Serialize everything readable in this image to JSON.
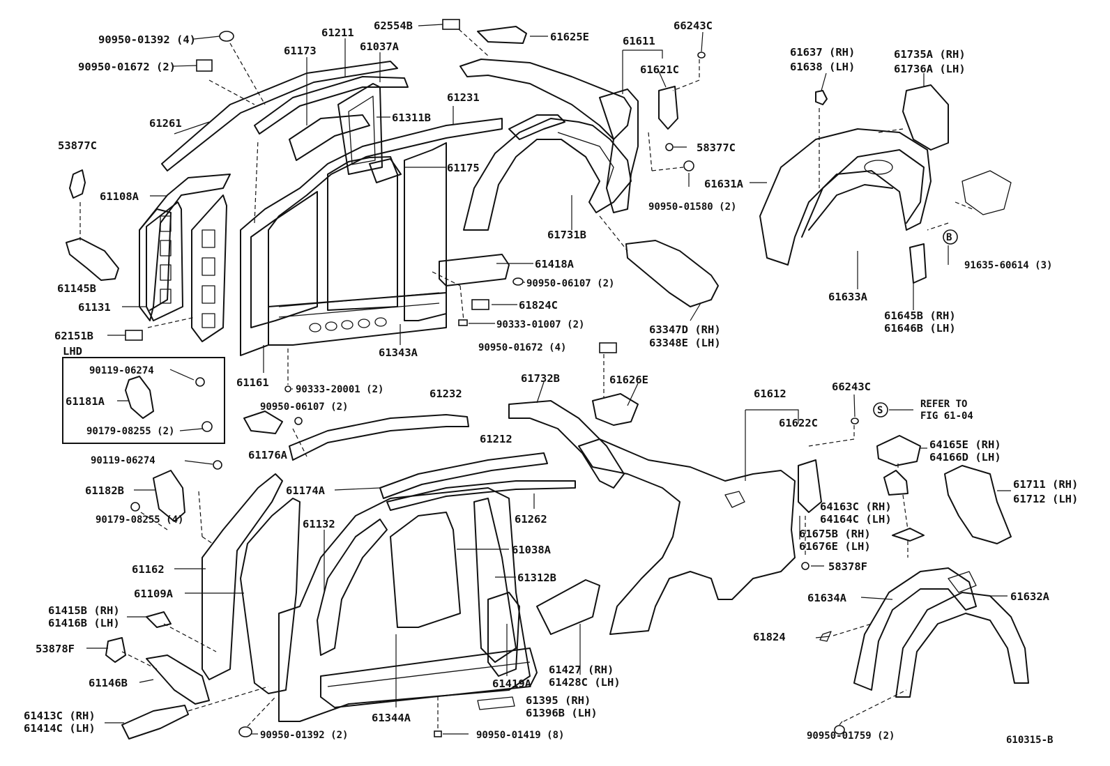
{
  "labels": {
    "p_90950_01392_4": "90950-01392 (4)",
    "p_90950_01672_2": "90950-01672 (2)",
    "p_61211": "61211",
    "p_62554B": "62554B",
    "p_61625E": "61625E",
    "p_61611": "61611",
    "p_66243C_top": "66243C",
    "p_61173": "61173",
    "p_61037A": "61037A",
    "p_61621C": "61621C",
    "p_61637": "61637 (RH)",
    "p_61638": "61638 (LH)",
    "p_61735A": "61735A (RH)",
    "p_61736A": "61736A (LH)",
    "p_61231": "61231",
    "p_61311B": "61311B",
    "p_61261": "61261",
    "p_53877C": "53877C",
    "p_58377C": "58377C",
    "p_61175": "61175",
    "p_61108A": "61108A",
    "p_61631A": "61631A",
    "p_90950_01580": "90950-01580 (2)",
    "p_61731B": "61731B",
    "p_91635": "91635-60614 (3)",
    "p_61418A": "61418A",
    "p_61145B": "61145B",
    "p_90950_06107_top": "90950-06107 (2)",
    "p_61131": "61131",
    "p_61633A": "61633A",
    "p_61824C": "61824C",
    "p_63347D": "63347D (RH)",
    "p_63348E": "63348E (LH)",
    "p_61645B": "61645B (RH)",
    "p_61646B": "61646B (LH)",
    "p_90333_01007": "90333-01007 (2)",
    "p_62151B": "62151B",
    "p_LHD": "LHD",
    "p_61343A": "61343A",
    "p_90950_01672_4": "90950-01672 (4)",
    "p_90119_06274_box": "90119-06274",
    "p_61161": "61161",
    "p_90333_20001": "90333-20001 (2)",
    "p_61732B": "61732B",
    "p_61626E": "61626E",
    "p_61181A": "61181A",
    "p_61232": "61232",
    "p_61612": "61612",
    "p_66243C_bottom": "66243C",
    "p_90950_06107_mid": "90950-06107 (2)",
    "p_refer_to": "REFER TO",
    "p_fig": "FIG 61-04",
    "p_90179_08255_box": "90179-08255 (2)",
    "p_61622C": "61622C",
    "p_61176A": "61176A",
    "p_61212": "61212",
    "p_64165E": "64165E (RH)",
    "p_64166D": "64166D (LH)",
    "p_90119_06274": "90119-06274",
    "p_61711": "61711 (RH)",
    "p_61712": "61712 (LH)",
    "p_61182B": "61182B",
    "p_61174A": "61174A",
    "p_64163C": "64163C (RH)",
    "p_64164C": "64164C (LH)",
    "p_61262": "61262",
    "p_90179_08255_4": "90179-08255 (4)",
    "p_61132": "61132",
    "p_61675B": "61675B (RH)",
    "p_61676E": "61676E (LH)",
    "p_61038A": "61038A",
    "p_61162": "61162",
    "p_58378F": "58378F",
    "p_61312B": "61312B",
    "p_61109A": "61109A",
    "p_61634A": "61634A",
    "p_61632A": "61632A",
    "p_61415B": "61415B (RH)",
    "p_61416B": "61416B (LH)",
    "p_53878F": "53878F",
    "p_61824": "61824",
    "p_61427": "61427  (RH)",
    "p_61428C": "61428C (LH)",
    "p_61146B": "61146B",
    "p_61419A": "61419A",
    "p_61395": "61395  (RH)",
    "p_61396B": "61396B (LH)",
    "p_61413C": "61413C (RH)",
    "p_61414C": "61414C (LH)",
    "p_61344A": "61344A",
    "p_90950_01392_2": "90950-01392 (2)",
    "p_90950_01419": "90950-01419 (8)",
    "p_90950_01759": "90950-01759 (2)",
    "p_fig_code": "610315-B",
    "mark_B": "B",
    "mark_S": "S"
  }
}
